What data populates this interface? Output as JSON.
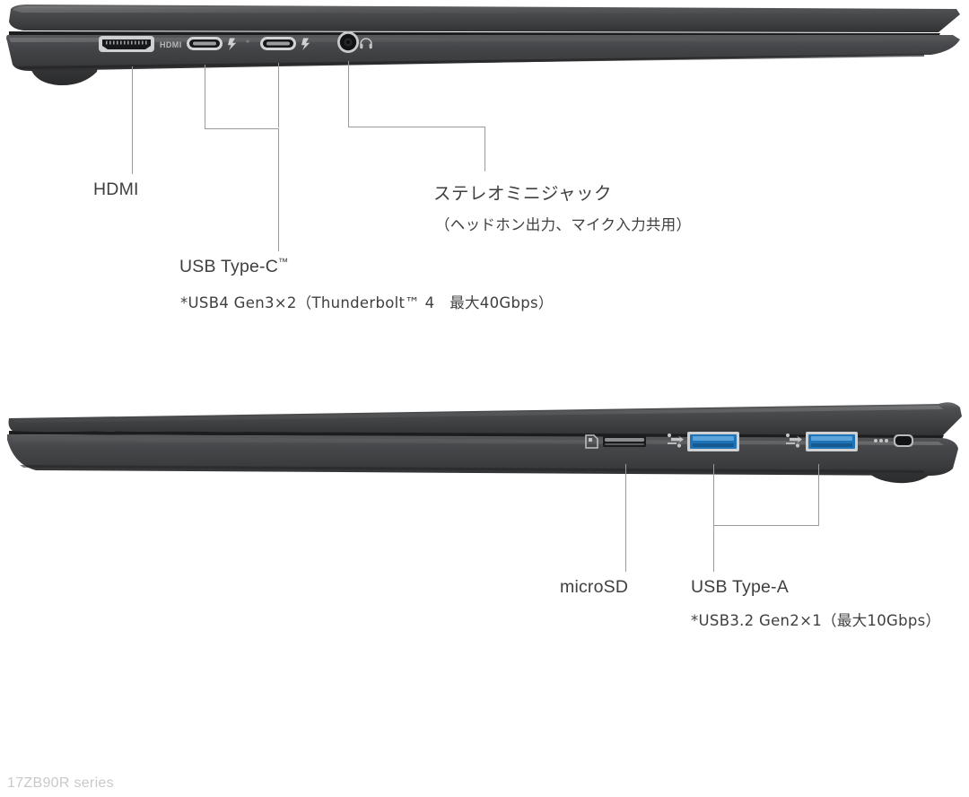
{
  "product": {
    "series_label": "17ZB90R series"
  },
  "views": {
    "top": {
      "name": "left-side-view",
      "ports": [
        {
          "id": "hdmi",
          "icon": "hdmi-port-icon",
          "marking": "HDMI"
        },
        {
          "id": "usb-c-1",
          "icon": "usb-c-port-icon",
          "marking": "thunderbolt-bolt-icon"
        },
        {
          "id": "usb-c-2",
          "icon": "usb-c-port-icon",
          "marking": "thunderbolt-bolt-icon"
        },
        {
          "id": "audio-jack",
          "icon": "headphone-jack-icon",
          "marking": "headphone-icon"
        }
      ]
    },
    "bottom": {
      "name": "right-side-view",
      "ports": [
        {
          "id": "microsd",
          "icon": "microsd-slot-icon",
          "marking": "sd-card-icon"
        },
        {
          "id": "usb-a-1",
          "icon": "usb-a-port-icon",
          "marking": "superspeed-icon"
        },
        {
          "id": "usb-a-2",
          "icon": "usb-a-port-icon",
          "marking": "superspeed-icon"
        },
        {
          "id": "lock",
          "icon": "kensington-lock-icon",
          "marking": "lock-icon"
        }
      ]
    }
  },
  "callouts": {
    "hdmi": {
      "title": "HDMI"
    },
    "usb_c": {
      "title_prefix": "USB Type-C",
      "title_tm": "™",
      "note": "*USB4 Gen3×2（Thunderbolt™ 4　最大40Gbps）"
    },
    "audio": {
      "title": "ステレオミニジャック",
      "note": "（ヘッドホン出力、マイク入力共用）"
    },
    "microsd": {
      "title": "microSD"
    },
    "usb_a": {
      "title": "USB Type-A",
      "note": "*USB3.2 Gen2×1（最大10Gbps）"
    }
  },
  "colors": {
    "body_dark": "#3b3c3e",
    "body_mid": "#4a4b4d",
    "body_light": "#5d5e60",
    "usb_blue": "#1f74b8",
    "leader_line": "#9a9a9a",
    "text": "#3f3f3f",
    "series_text": "#c9c9c9",
    "background": "#ffffff"
  }
}
